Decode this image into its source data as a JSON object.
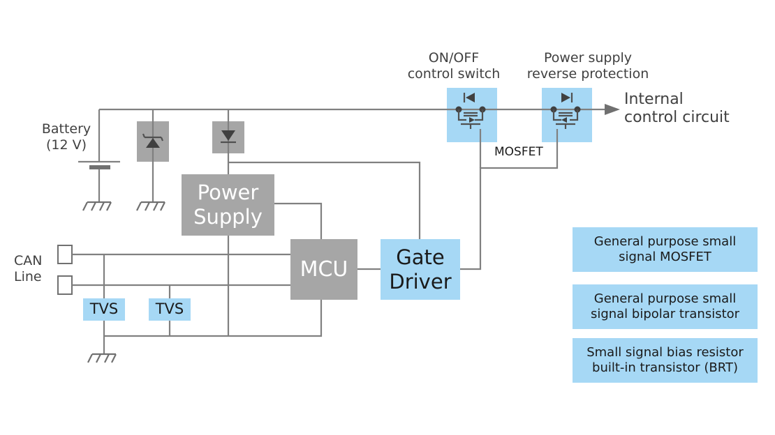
{
  "labels": {
    "battery": [
      "Battery",
      "(12 V)"
    ],
    "can": [
      "CAN",
      "Line"
    ],
    "on_off": [
      "ON/OFF",
      "control switch"
    ],
    "reverse": [
      "Power supply",
      "reverse protection"
    ],
    "internal": [
      "Internal",
      "control circuit"
    ],
    "mosfet": "MOSFET"
  },
  "blocks": {
    "power_supply": [
      "Power",
      "Supply"
    ],
    "mcu": "MCU",
    "gate_driver": [
      "Gate",
      "Driver"
    ],
    "tvs_1": "TVS",
    "tvs_2": "TVS"
  },
  "legend": [
    [
      "General purpose small",
      "signal MOSFET"
    ],
    [
      "General purpose small",
      "signal bipolar transistor"
    ],
    [
      "Small signal bias resistor",
      "built-in transistor (BRT)"
    ]
  ],
  "colors": {
    "highlight_blue": "#a6d8f5",
    "block_gray": "#a6a6a6",
    "wire_gray": "#808080"
  }
}
